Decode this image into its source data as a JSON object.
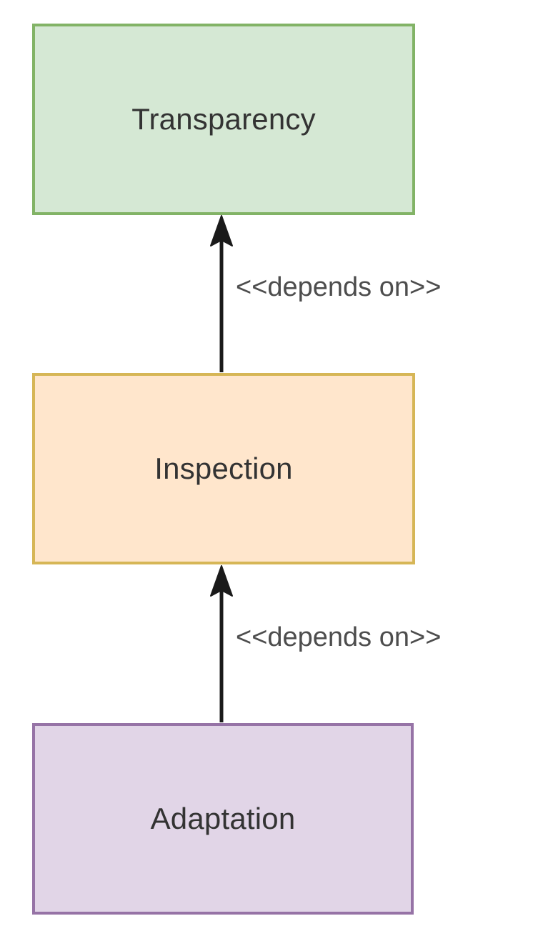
{
  "diagram": {
    "type": "dependency-diagram",
    "background_color": "#ffffff",
    "nodes": [
      {
        "id": "transparency",
        "label": "Transparency",
        "fill_color": "#d5e8d4",
        "border_color": "#82b366",
        "text_color": "#333333"
      },
      {
        "id": "inspection",
        "label": "Inspection",
        "fill_color": "#ffe6cc",
        "border_color": "#d6b656",
        "text_color": "#333333"
      },
      {
        "id": "adaptation",
        "label": "Adaptation",
        "fill_color": "#e1d5e7",
        "border_color": "#9673a6",
        "text_color": "#333333"
      }
    ],
    "edges": [
      {
        "id": "edge-inspection-transparency",
        "from": "inspection",
        "to": "transparency",
        "label": "<<depends on>>",
        "arrow": "filled-triangle-up",
        "line_color": "#1a1a1a",
        "label_color": "#4d4d4d"
      },
      {
        "id": "edge-adaptation-inspection",
        "from": "adaptation",
        "to": "inspection",
        "label": "<<depends on>>",
        "arrow": "filled-triangle-up",
        "line_color": "#1a1a1a",
        "label_color": "#4d4d4d"
      }
    ]
  }
}
